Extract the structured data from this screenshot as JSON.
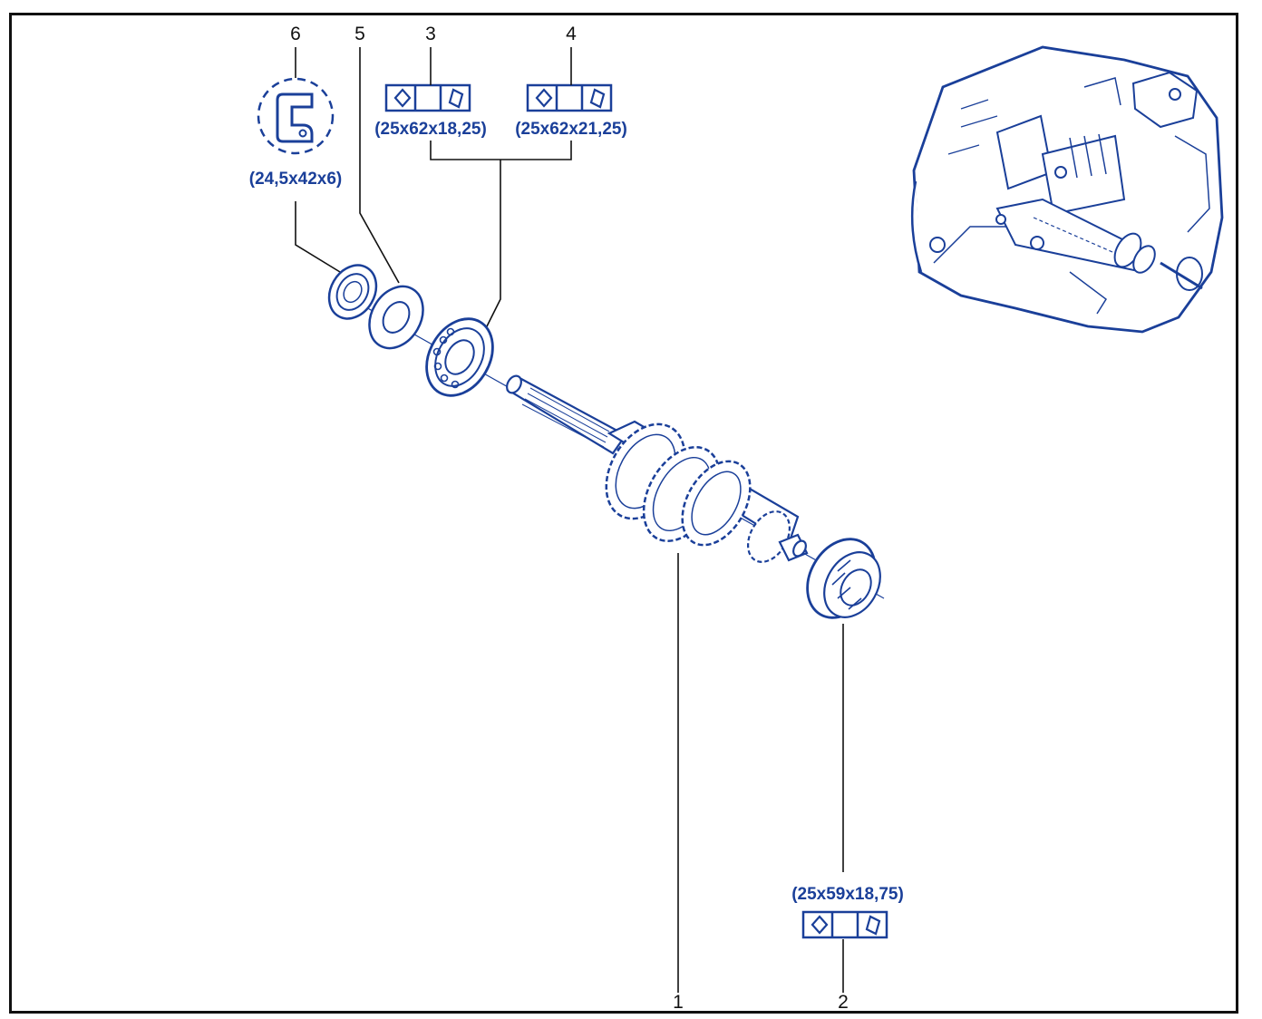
{
  "callouts": [
    {
      "id": "1",
      "label": "1"
    },
    {
      "id": "2",
      "label": "2"
    },
    {
      "id": "3",
      "label": "3"
    },
    {
      "id": "4",
      "label": "4"
    },
    {
      "id": "5",
      "label": "5"
    },
    {
      "id": "6",
      "label": "6"
    }
  ],
  "dimensions": {
    "part2": "(25x59x18,75)",
    "part3": "(25x62x18,25)",
    "part4": "(25x62x21,25)",
    "part6": "(24,5x42x6)"
  },
  "colors": {
    "line_art": "#1a3f99",
    "leader_lines": "#111111"
  },
  "icons": {
    "bearing_symbol": "tapered-bearing-icon",
    "seal_symbol": "oil-seal-icon"
  }
}
